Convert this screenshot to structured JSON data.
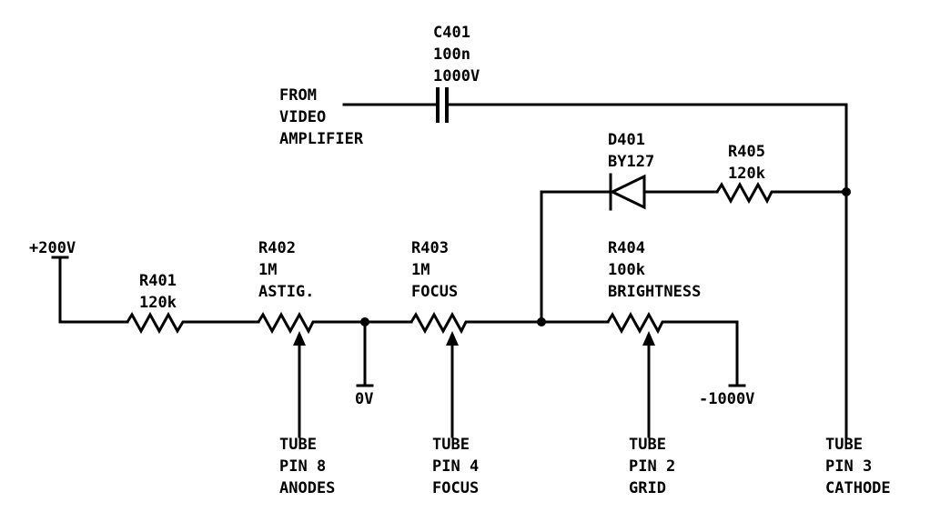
{
  "diagram": {
    "ink_color": "#000000",
    "background_color": "#ffffff",
    "supplies": {
      "plus_200v": "+200V",
      "zero_v": "0V",
      "minus_1000v": "-1000V"
    },
    "input_label": [
      "FROM",
      "VIDEO",
      "AMPLIFIER"
    ],
    "components": {
      "c401": [
        "C401",
        "100n",
        "1000V"
      ],
      "d401": [
        "D401",
        "BY127"
      ],
      "r405": [
        "R405",
        "120k"
      ],
      "r401": [
        "R401",
        "120k"
      ],
      "r402": [
        "R402",
        "1M",
        "ASTIG."
      ],
      "r403": [
        "R403",
        "1M",
        "FOCUS"
      ],
      "r404": [
        "R404",
        "100k",
        "BRIGHTNESS"
      ]
    },
    "tube_pins": {
      "anodes": [
        "TUBE",
        "PIN 8",
        "ANODES"
      ],
      "focus": [
        "TUBE",
        "PIN 4",
        "FOCUS"
      ],
      "grid": [
        "TUBE",
        "PIN 2",
        "GRID"
      ],
      "cathode": [
        "TUBE",
        "PIN 3",
        "CATHODE"
      ]
    }
  }
}
